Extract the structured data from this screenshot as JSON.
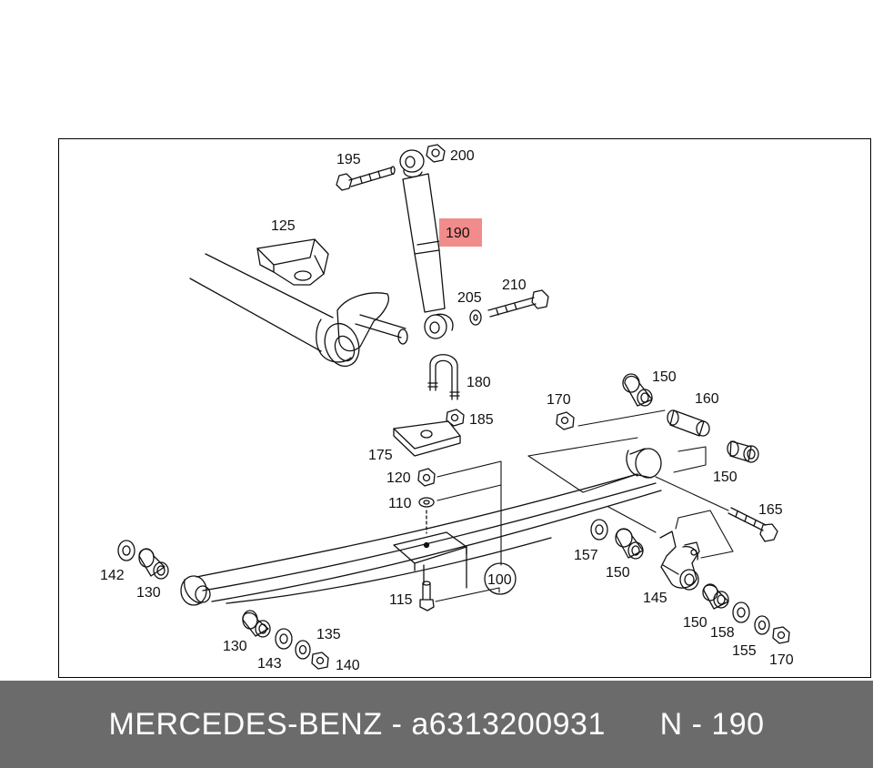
{
  "diagram": {
    "highlight_color": "#f28b8b",
    "highlighted_part": "190",
    "labels": {
      "p195": "195",
      "p200": "200",
      "p190": "190",
      "p125": "125",
      "p205": "205",
      "p210": "210",
      "p180": "180",
      "p185": "185",
      "p175": "175",
      "p170a": "170",
      "p150a": "150",
      "p160": "160",
      "p150b": "150",
      "p165": "165",
      "p120": "120",
      "p110": "110",
      "p100": "100",
      "p115": "115",
      "p142": "142",
      "p130a": "130",
      "p157": "157",
      "p150c": "150",
      "p145": "145",
      "p150d": "150",
      "p158": "158",
      "p155": "155",
      "p170b": "170",
      "p130b": "130",
      "p143": "143",
      "p135": "135",
      "p140": "140"
    }
  },
  "footer": {
    "brand": "MERCEDES-BENZ",
    "separator1": " - ",
    "part_number": "a6313200931",
    "gap": "      ",
    "position_label": "N - 190"
  }
}
